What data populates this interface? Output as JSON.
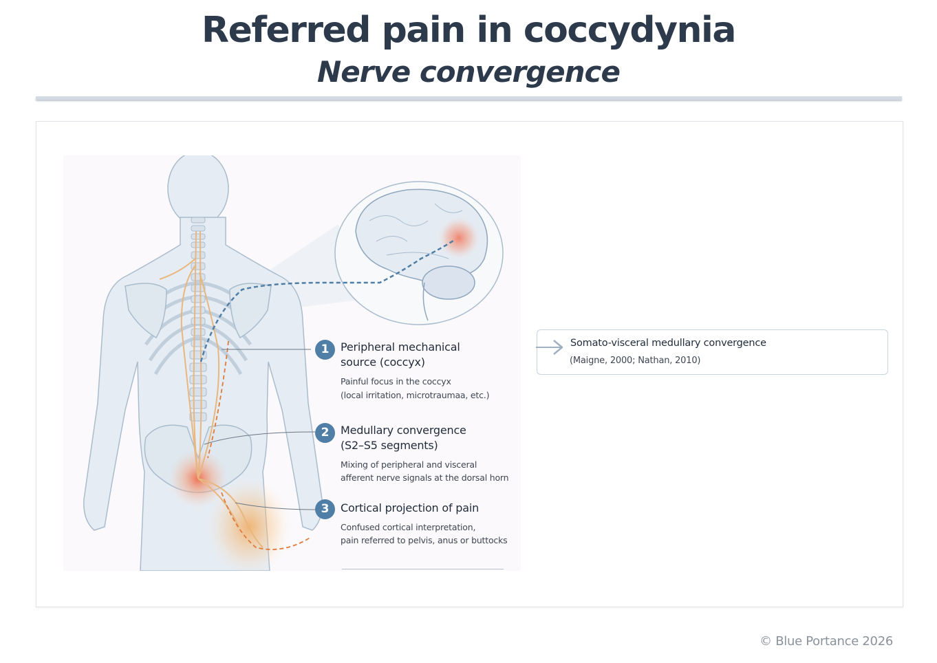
{
  "header": {
    "title": "Referred pain in coccydynia",
    "subtitle": "Nerve convergence"
  },
  "figure": {
    "illustration": {
      "alt": "Posterior view of human skeleton with spinal nerves converging at the coccyx, dashed pathway projecting to the brain cortex",
      "colors": {
        "body": "#e6ecf3",
        "outline": "#9fb2c6",
        "nerve": "#e8b77e",
        "pain_focus": "#ef7a5a",
        "pathway_blue": "#4f7ea6",
        "pathway_orange": "#e07a3a"
      }
    },
    "steps": [
      {
        "number": "1",
        "title_line1": "Peripheral mechanical",
        "title_line2": "source (coccyx)",
        "desc_line1": "Painful focus in the coccyx",
        "desc_line2": "(local irritation, microtraumaa, etc.)"
      },
      {
        "number": "2",
        "title_line1": "Medullary convergence",
        "title_line2": "(S2–S5 segments)",
        "desc_line1": "Mixing of peripheral and visceral",
        "desc_line2": "afferent nerve signals at the dorsal horn"
      },
      {
        "number": "3",
        "title_line1": "Cortical projection of pain",
        "desc_line1": "Confused cortical interpretation,",
        "desc_line2": "pain referred to pelvis, anus or buttocks"
      }
    ],
    "callout": {
      "icon": "arrow-right-icon",
      "title": "Somato-visceral medullary convergence",
      "reference": "(Maigne, 2000; Nathan, 2010)"
    }
  },
  "footer": {
    "credit": "© Blue Portance 2026"
  },
  "theme": {
    "title_color": "#2c3a4b",
    "badge_color": "#4f7ea6",
    "rule_color": "#d3dce5",
    "footer_color": "#8a929c"
  }
}
